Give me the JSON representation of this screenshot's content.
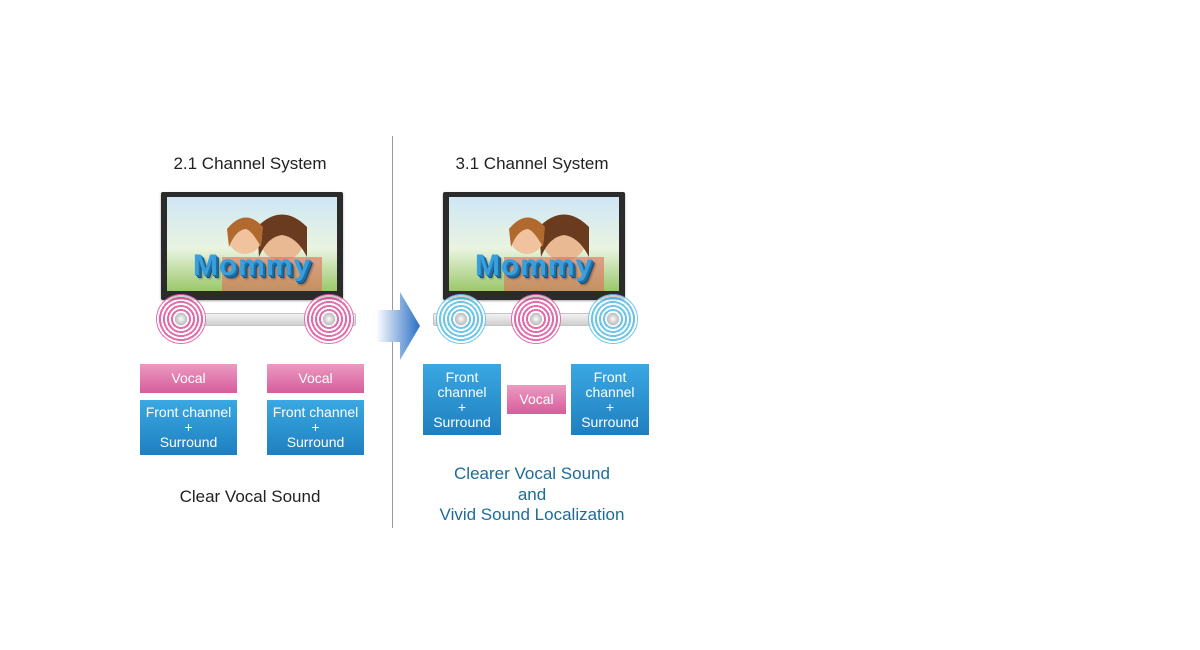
{
  "left": {
    "title": "2.1 Channel System",
    "screen_text": "Mommy",
    "vocal_label_1": "Vocal",
    "vocal_label_2": "Vocal",
    "front_label_1": "Front channel\n+\nSurround",
    "front_label_2": "Front channel\n+\nSurround",
    "caption": "Clear Vocal Sound"
  },
  "right": {
    "title": "3.1 Channel System",
    "screen_text": "Mommy",
    "front_label_1": "Front\nchannel\n+\nSurround",
    "vocal_label": "Vocal",
    "front_label_2": "Front\nchannel\n+\nSurround",
    "caption_line1": "Clearer Vocal Sound",
    "caption_line2": "and",
    "caption_line3": "Vivid Sound Localization"
  },
  "colors": {
    "vocal_pink": "#d65d9b",
    "channel_blue": "#1f7fc0",
    "caption_blue": "#1b6d99"
  }
}
